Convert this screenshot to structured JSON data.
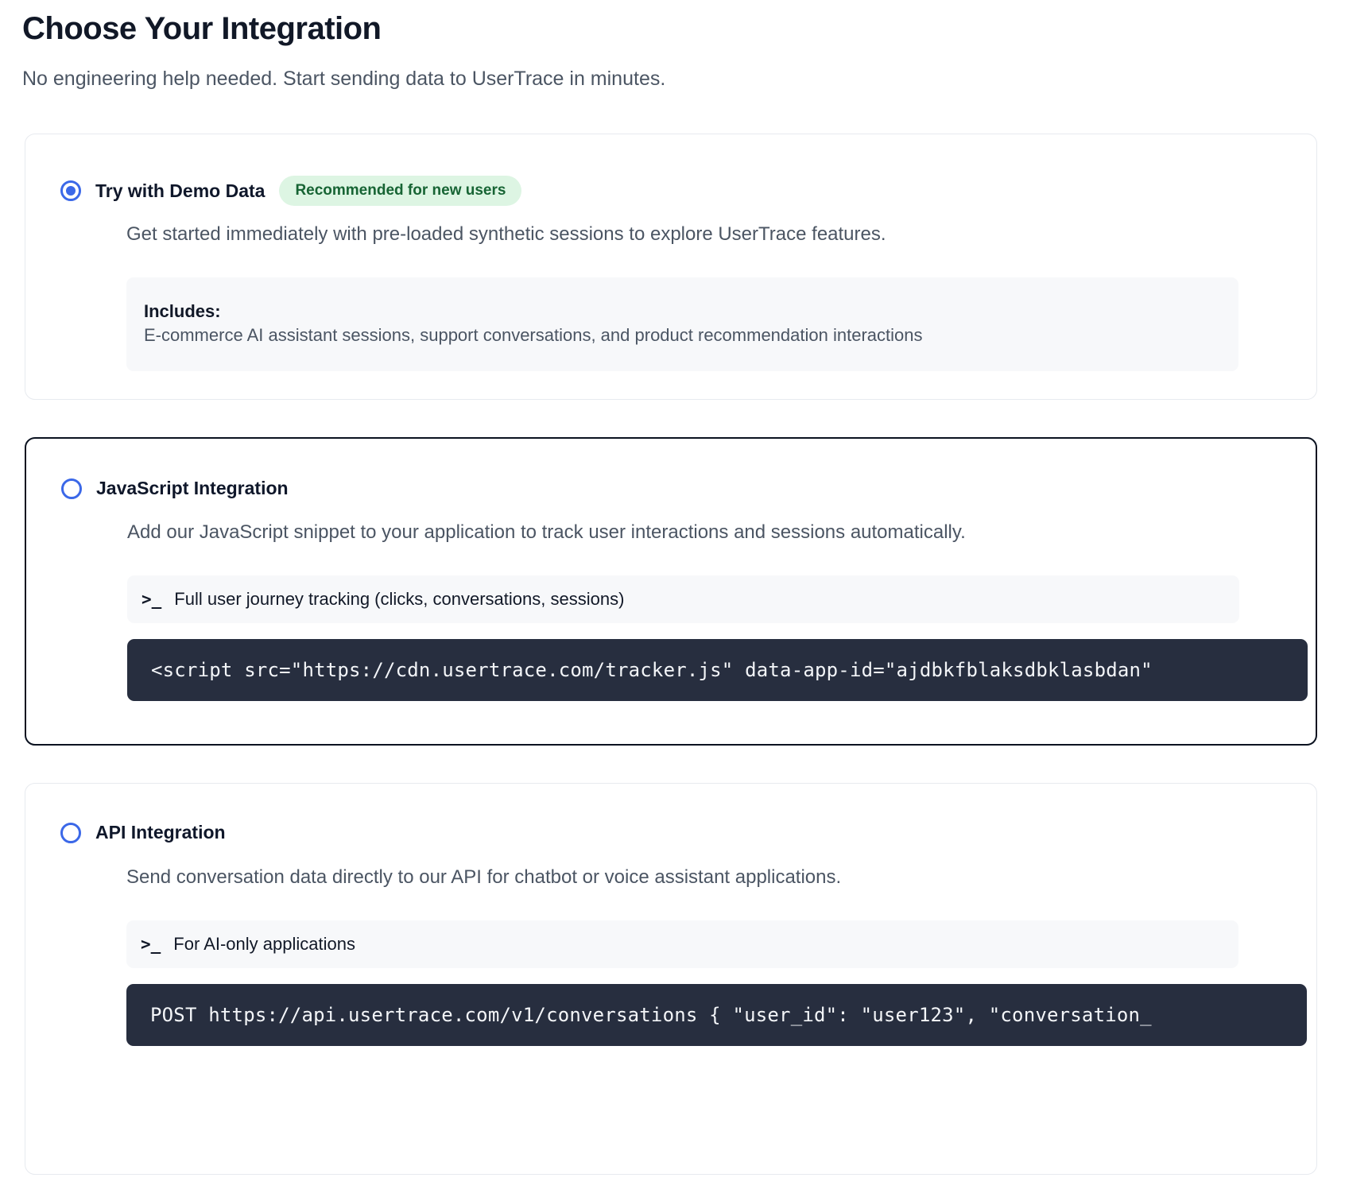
{
  "header": {
    "title": "Choose Your Integration",
    "subtitle": "No engineering help needed. Start sending data to UserTrace in minutes."
  },
  "options": [
    {
      "id": "demo",
      "title": "Try with Demo Data",
      "badge": "Recommended for new users",
      "selected": true,
      "description": "Get started immediately with pre-loaded synthetic sessions to explore UserTrace features.",
      "includes_label": "Includes:",
      "includes_text": "E-commerce AI assistant sessions, support conversations, and product recommendation interactions"
    },
    {
      "id": "javascript",
      "title": "JavaScript Integration",
      "selected": false,
      "description": "Add our JavaScript snippet to your application to track user interactions and sessions automatically.",
      "hint_prompt": ">_",
      "hint": "Full user journey tracking (clicks, conversations, sessions)",
      "code": "<script src=\"https://cdn.usertrace.com/tracker.js\" data-app-id=\"ajdbkfblaksdbklasbdan\""
    },
    {
      "id": "api",
      "title": "API Integration",
      "selected": false,
      "description": "Send conversation data directly to our API for chatbot or voice assistant applications.",
      "hint_prompt": ">_",
      "hint": "For AI-only applications",
      "code": "POST https://api.usertrace.com/v1/conversations { \"user_id\": \"user123\", \"conversation_"
    }
  ],
  "colors": {
    "accent": "#3b68e8",
    "badge_bg": "#ddf5e3",
    "badge_text": "#176434",
    "code_bg": "#272e3f",
    "panel_bg": "#f7f8fa",
    "card_border": "#e7eaef",
    "card_border_active": "#0b1220"
  }
}
